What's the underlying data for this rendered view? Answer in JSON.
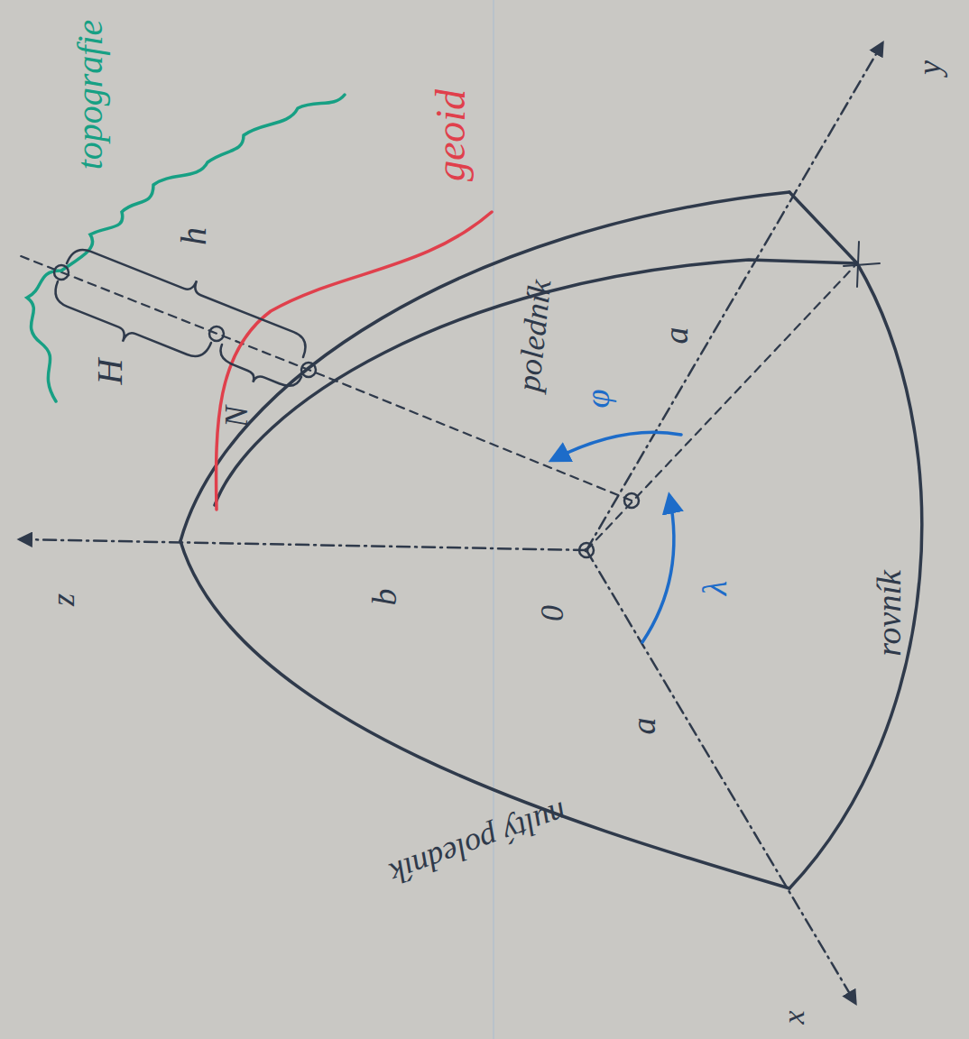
{
  "diagram": {
    "labels": [
      "topografie",
      "geoid",
      "h",
      "H",
      "N",
      "poledník",
      "a",
      "φ",
      "z",
      "b",
      "0",
      "λ",
      "a",
      "rovník",
      "nultý poledník",
      "x",
      "y"
    ]
  }
}
